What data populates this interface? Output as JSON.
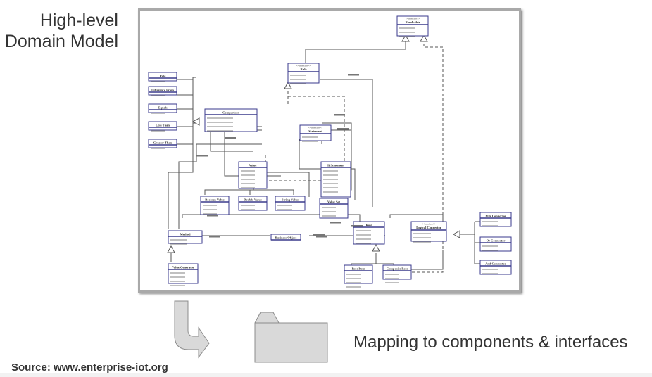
{
  "slide": {
    "title_line1": "High-level",
    "title_line2": "Domain Model",
    "mapping_text": "Mapping to components & interfaces",
    "source_text": "Source: www.enterprise-iot.org"
  },
  "diagram": {
    "classes": [
      {
        "name": "Resolvable",
        "stereotype": "<<interface>>"
      },
      {
        "name": "Rule",
        "stereotype": "<<interface>>"
      },
      {
        "name": "Statement",
        "stereotype": "<<interface>>"
      },
      {
        "name": "Comparison"
      },
      {
        "name": "Value"
      },
      {
        "name": "If Statement"
      },
      {
        "name": "Boolean Value"
      },
      {
        "name": "Double Value"
      },
      {
        "name": "String Value"
      },
      {
        "name": "Value Set"
      },
      {
        "name": "Method"
      },
      {
        "name": "Business Object"
      },
      {
        "name": "Role"
      },
      {
        "name": "Logical Connector",
        "stereotype": "<<interface>>"
      },
      {
        "name": "Role Item"
      },
      {
        "name": "Composite Role"
      },
      {
        "name": "XOr Connector"
      },
      {
        "name": "Or Connector"
      },
      {
        "name": "And Connector"
      },
      {
        "name": "Value Generator"
      },
      {
        "name": "Role"
      },
      {
        "name": "Difference From"
      },
      {
        "name": "Equals"
      },
      {
        "name": "Less Than"
      },
      {
        "name": "Greater Than"
      }
    ],
    "colors": {
      "class_border": "#3a3a8c",
      "line": "#555555",
      "frame": "#a9a9a9"
    }
  },
  "graphics": {
    "arrow_fill": "#d9d9d9",
    "folder_fill": "#d9d9d9"
  }
}
